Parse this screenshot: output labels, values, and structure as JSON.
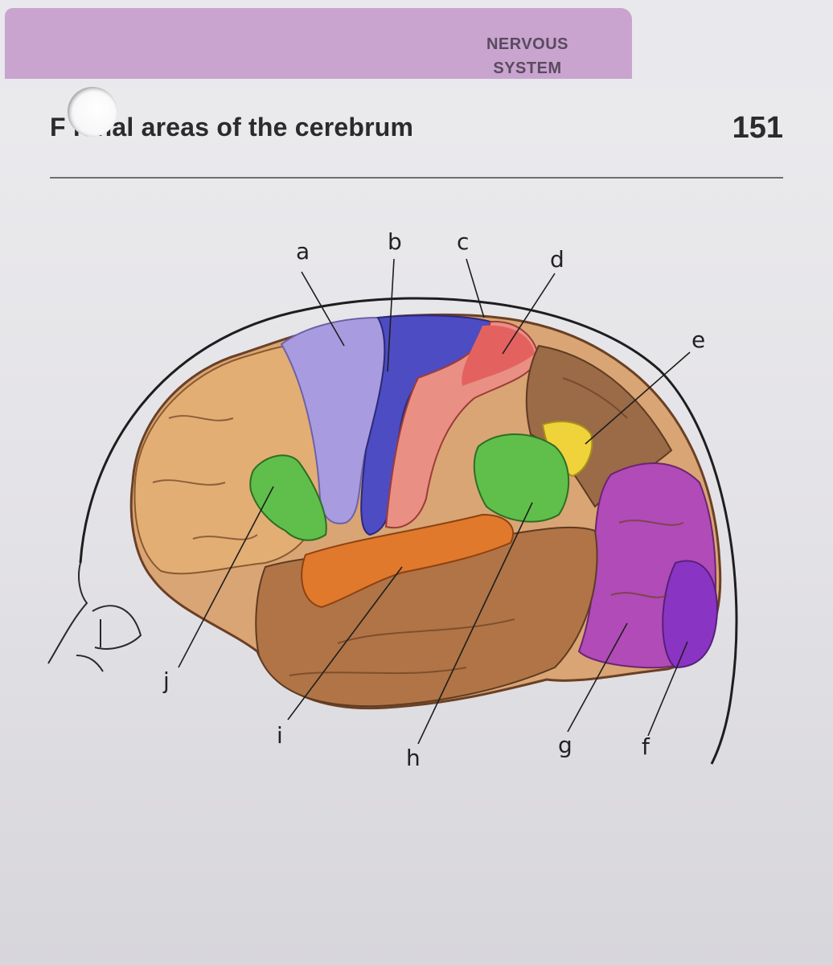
{
  "header": {
    "section_line1": "NERVOUS",
    "section_line2": "SYSTEM",
    "title": "F   ional areas of the cerebrum",
    "page_number": "151"
  },
  "labels": {
    "a": "a",
    "b": "b",
    "c": "c",
    "d": "d",
    "e": "e",
    "f": "f",
    "g": "g",
    "h": "h",
    "i": "i",
    "j": "j"
  },
  "colors": {
    "tab": "#c8a4cf",
    "brain_base": "#d9a574",
    "frontal_tan": "#e2ae74",
    "premotor_lavender": "#a99be0",
    "motor_blue": "#4e4cc2",
    "sensory_red": "#e3625f",
    "sensory_pink": "#e98f84",
    "green_areas": "#5fbf4a",
    "auditory_orange": "#e0792c",
    "temporal_brown": "#b07446",
    "parietal_brown": "#9b6a47",
    "visual_magenta": "#b04bb7",
    "visual_purple": "#8a34c4",
    "yellow_area": "#f0d23a"
  }
}
